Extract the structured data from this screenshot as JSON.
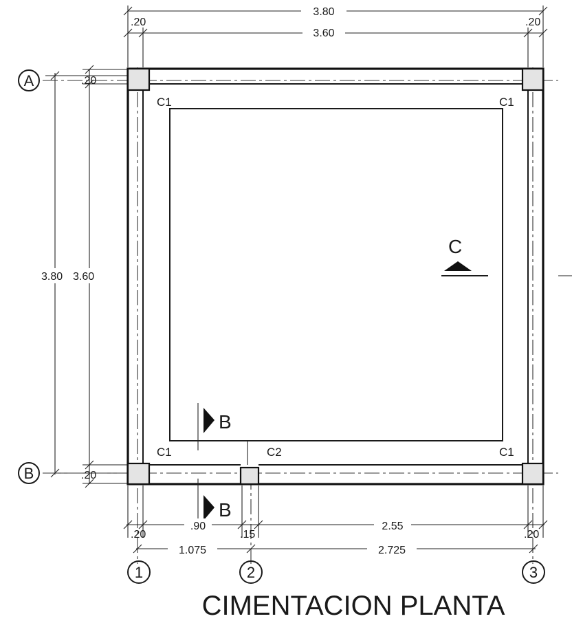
{
  "title": "CIMENTACION PLANTA",
  "axes": {
    "rows": [
      "A",
      "B"
    ],
    "columns": [
      "1",
      "2",
      "3"
    ]
  },
  "dimensions": {
    "top_overall": "3.80",
    "top_inner": "3.60",
    "top_left_wall": ".20",
    "top_right_wall": ".20",
    "left_overall": "3.80",
    "left_inner": "3.60",
    "left_top_wall": ".20",
    "left_bottom_wall": ".20",
    "bottom_left_wall": ".20",
    "bottom_span": ".90",
    "bottom_c2": ".15",
    "bottom_right_span": "2.55",
    "bottom_right_wall": ".20",
    "bottom_axis_1_2": "1.075",
    "bottom_axis_2_3": "2.725"
  },
  "columns": {
    "top_left": "C1",
    "top_right": "C1",
    "bottom_left": "C1",
    "bottom_mid": "C2",
    "bottom_right": "C1"
  },
  "sections": {
    "b_top": "B",
    "b_bottom": "B",
    "c": "C"
  }
}
